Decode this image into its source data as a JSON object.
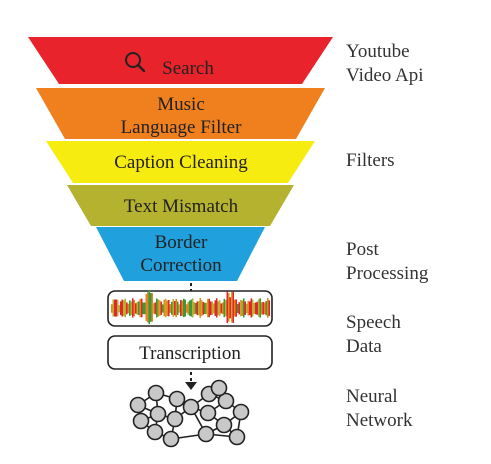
{
  "funnel": {
    "stages": [
      {
        "label_lines": [
          "Search"
        ],
        "color": "#e8232b",
        "icon": "search-icon"
      },
      {
        "label_lines": [
          "Music",
          "Language Filter"
        ],
        "color": "#f07f1e"
      },
      {
        "label_lines": [
          "Caption Cleaning"
        ],
        "color": "#f7ec0f"
      },
      {
        "label_lines": [
          "Text Mismatch"
        ],
        "color": "#b4b22e"
      },
      {
        "label_lines": [
          "Border",
          "Correction"
        ],
        "color": "#20a0dc"
      }
    ]
  },
  "pipeline": {
    "waveform_colors": [
      "#2e9e3e",
      "#e8232b",
      "#f07f1e",
      "#b4b22e"
    ],
    "transcription_label": "Transcription",
    "network_icon": "neural-network-icon"
  },
  "side_labels": {
    "youtube": [
      "Youtube",
      "Video Api"
    ],
    "filters": [
      "Filters"
    ],
    "post_processing": [
      "Post",
      "Processing"
    ],
    "speech_data": [
      "Speech",
      "Data"
    ],
    "neural_network": [
      "Neural",
      "Network"
    ]
  }
}
